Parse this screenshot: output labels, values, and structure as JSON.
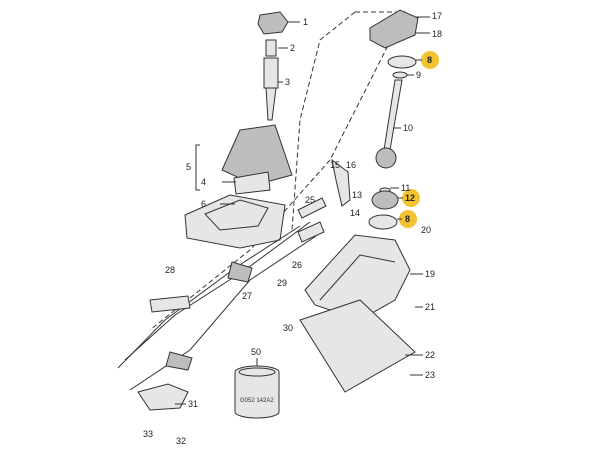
{
  "diagram": {
    "title_visible": false,
    "part_labels": [
      "1",
      "2",
      "3",
      "4",
      "5",
      "6",
      "8",
      "9",
      "10",
      "11",
      "12",
      "8",
      "13",
      "14",
      "15",
      "16",
      "17",
      "18",
      "19",
      "20",
      "21",
      "22",
      "23",
      "25",
      "26",
      "27",
      "28",
      "29",
      "30",
      "31",
      "32",
      "33",
      "50"
    ],
    "highlighted_labels": [
      "8",
      "12",
      "8"
    ],
    "highlight_color": "#f2c230",
    "part_code": "G052 142A2"
  }
}
